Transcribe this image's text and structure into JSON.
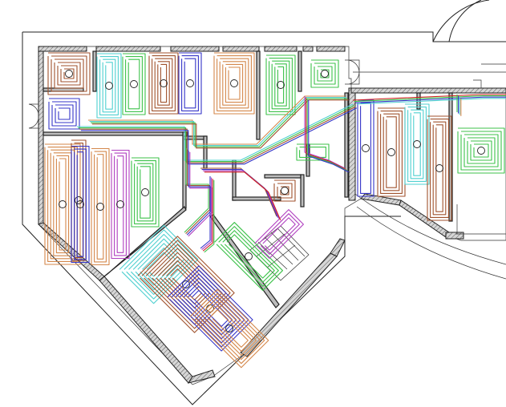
{
  "colors": {
    "orange": "#d4874a",
    "cyan": "#4fd0d0",
    "green": "#3cc24a",
    "brown": "#a0522d",
    "blue": "#3535c8",
    "purple": "#b03fc0",
    "red": "#d02020",
    "wall": "#bdbdbd",
    "line": "#222222"
  },
  "loops": [
    {
      "id": "r1",
      "color": "brown",
      "marker": true
    },
    {
      "id": "r2",
      "color": "cyan",
      "marker": true
    },
    {
      "id": "r3",
      "color": "green",
      "marker": true
    },
    {
      "id": "r4",
      "color": "brown",
      "marker": true
    },
    {
      "id": "r5",
      "color": "blue",
      "marker": true
    },
    {
      "id": "r6",
      "color": "orange",
      "marker": true
    },
    {
      "id": "r7",
      "color": "green",
      "marker": true
    },
    {
      "id": "r8",
      "color": "green",
      "marker": true
    },
    {
      "id": "r9",
      "color": "orange",
      "marker": true
    },
    {
      "id": "r10",
      "color": "blue",
      "marker": false
    },
    {
      "id": "r11",
      "color": "brown",
      "marker": true
    },
    {
      "id": "r12",
      "color": "blue",
      "marker": true
    },
    {
      "id": "r13",
      "color": "orange",
      "marker": true
    },
    {
      "id": "r14",
      "color": "purple",
      "marker": true
    },
    {
      "id": "r15",
      "color": "green",
      "marker": true
    },
    {
      "id": "r16",
      "color": "cyan",
      "marker": false
    },
    {
      "id": "r17",
      "color": "brown",
      "marker": true
    },
    {
      "id": "r18",
      "color": "blue",
      "marker": true
    },
    {
      "id": "r19",
      "color": "orange",
      "marker": true
    },
    {
      "id": "r20",
      "color": "green",
      "marker": true
    },
    {
      "id": "r21",
      "color": "purple",
      "marker": false
    },
    {
      "id": "r22",
      "color": "brown",
      "marker": true
    },
    {
      "id": "r23",
      "color": "blue",
      "marker": true
    },
    {
      "id": "r24",
      "color": "brown",
      "marker": true
    },
    {
      "id": "r25",
      "color": "cyan",
      "marker": true
    },
    {
      "id": "r26",
      "color": "brown",
      "marker": true
    },
    {
      "id": "r27",
      "color": "green",
      "marker": true
    },
    {
      "id": "r28",
      "color": "green",
      "marker": false
    }
  ]
}
